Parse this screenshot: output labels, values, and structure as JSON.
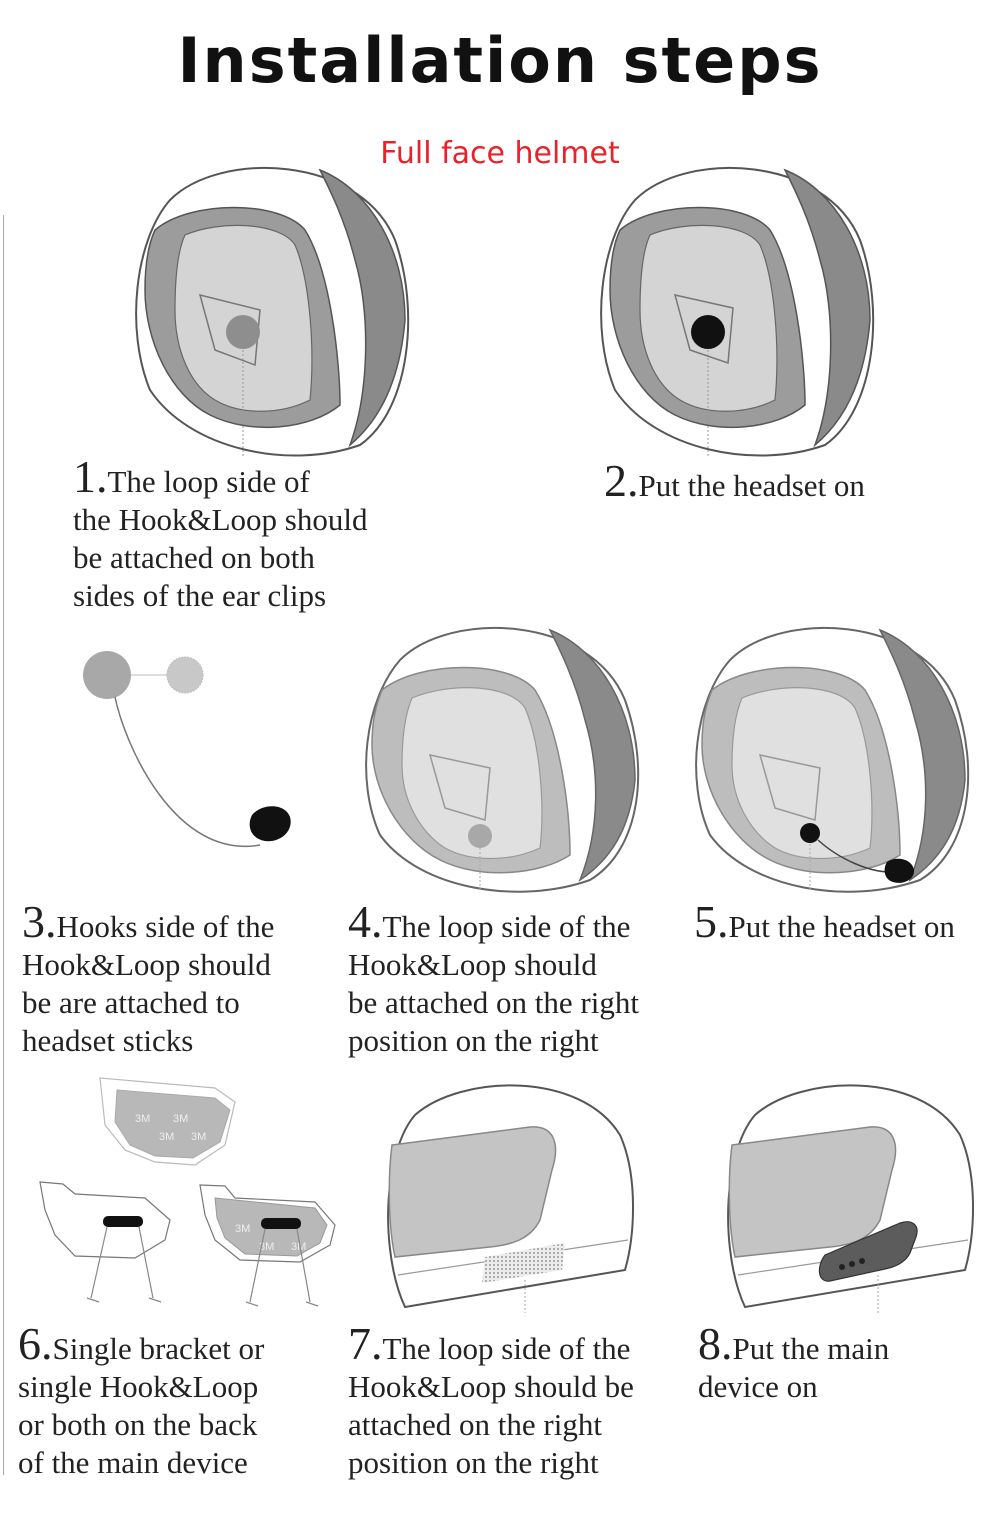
{
  "header": {
    "title": "Installation steps",
    "subtitle": "Full face helmet"
  },
  "steps": [
    {
      "num": "1.",
      "lines": [
        "The loop side of",
        "the Hook&Loop should",
        "be attached on both",
        "sides of the ear clips"
      ]
    },
    {
      "num": "2.",
      "lines": [
        "Put the headset on"
      ]
    },
    {
      "num": "3.",
      "lines": [
        "Hooks side of the",
        "Hook&Loop should",
        "be are attached to",
        "headset sticks"
      ]
    },
    {
      "num": "4.",
      "lines": [
        "The loop side of the",
        "Hook&Loop should",
        "be attached on the right",
        "position on the right"
      ]
    },
    {
      "num": "5.",
      "lines": [
        "Put the headset on"
      ]
    },
    {
      "num": "6.",
      "lines": [
        "Single bracket or",
        "single Hook&Loop",
        "or both on the back",
        "of the main device"
      ]
    },
    {
      "num": "7.",
      "lines": [
        "The loop side of the",
        "Hook&Loop should be",
        "attached on the right",
        "position on the right"
      ]
    },
    {
      "num": "8.",
      "lines": [
        "Put the main",
        "device on"
      ]
    }
  ],
  "stickers": {
    "label": "3M"
  },
  "colors": {
    "subtitle": "#e8222a",
    "shell_dark": "#8a8a8a",
    "pad_dark": "#9c9c9c",
    "pad_light": "#d4d4d4",
    "earpiece_gray": "#8e8e8e",
    "earpiece_black": "#111111"
  }
}
